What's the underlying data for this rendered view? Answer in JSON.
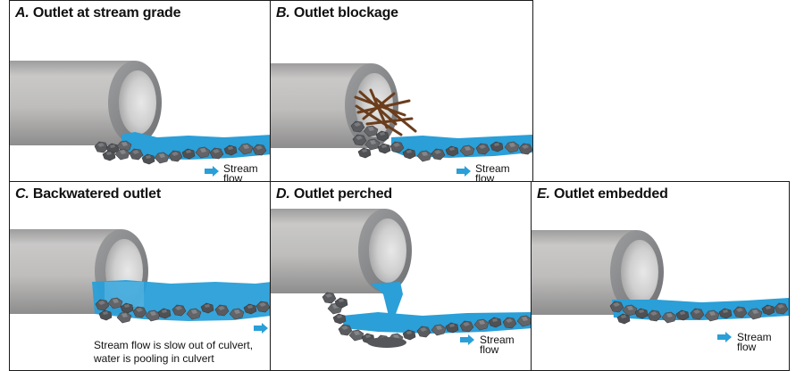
{
  "panels": [
    {
      "letter": "A.",
      "title": "Outlet at stream grade",
      "flow_line1": "Stream",
      "flow_line2": "flow"
    },
    {
      "letter": "B.",
      "title": "Outlet blockage",
      "flow_line1": "Stream",
      "flow_line2": "flow"
    },
    {
      "letter": "C.",
      "title": "Backwatered outlet",
      "note_line1": "Stream flow is slow out of culvert,",
      "note_line2": "water is pooling in culvert"
    },
    {
      "letter": "D.",
      "title": "Outlet perched",
      "flow_line1": "Stream",
      "flow_line2": "flow"
    },
    {
      "letter": "E.",
      "title": "Outlet embedded",
      "flow_line1": "Stream",
      "flow_line2": "flow"
    }
  ],
  "colors": {
    "water": "#2a9fd8",
    "pipe": "#bdbcbc",
    "pipe_rim": "#8a8b8d",
    "rock": "#5c5d60",
    "debris": "#6b3d1c",
    "arrow": "#2a9fd8"
  }
}
